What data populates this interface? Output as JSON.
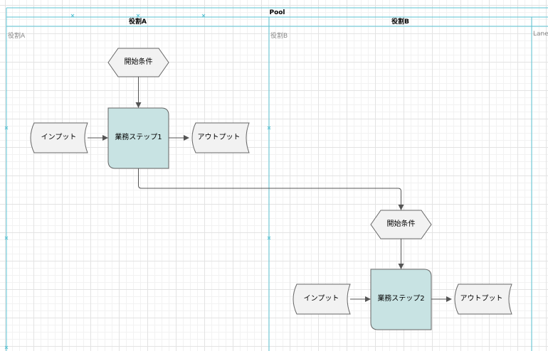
{
  "pool": {
    "title": "Pool"
  },
  "lanes": [
    {
      "header": "役割A",
      "name": "役割A"
    },
    {
      "header": "役割B",
      "name": "役割B"
    },
    {
      "header": "",
      "name": "Lane"
    }
  ],
  "shapes": {
    "start1": "開始条件",
    "input1": "インプット",
    "process1": "業務ステップ1",
    "output1": "アウトプット",
    "start2": "開始条件",
    "input2": "インプット",
    "process2": "業務ステップ2",
    "output2": "アウトプット"
  },
  "colors": {
    "lane_border": "#5bc3d3",
    "process_fill": "#c8e3e3",
    "shape_fill": "#f2f2f2",
    "shape_stroke": "#666666",
    "connector": "#555555"
  }
}
